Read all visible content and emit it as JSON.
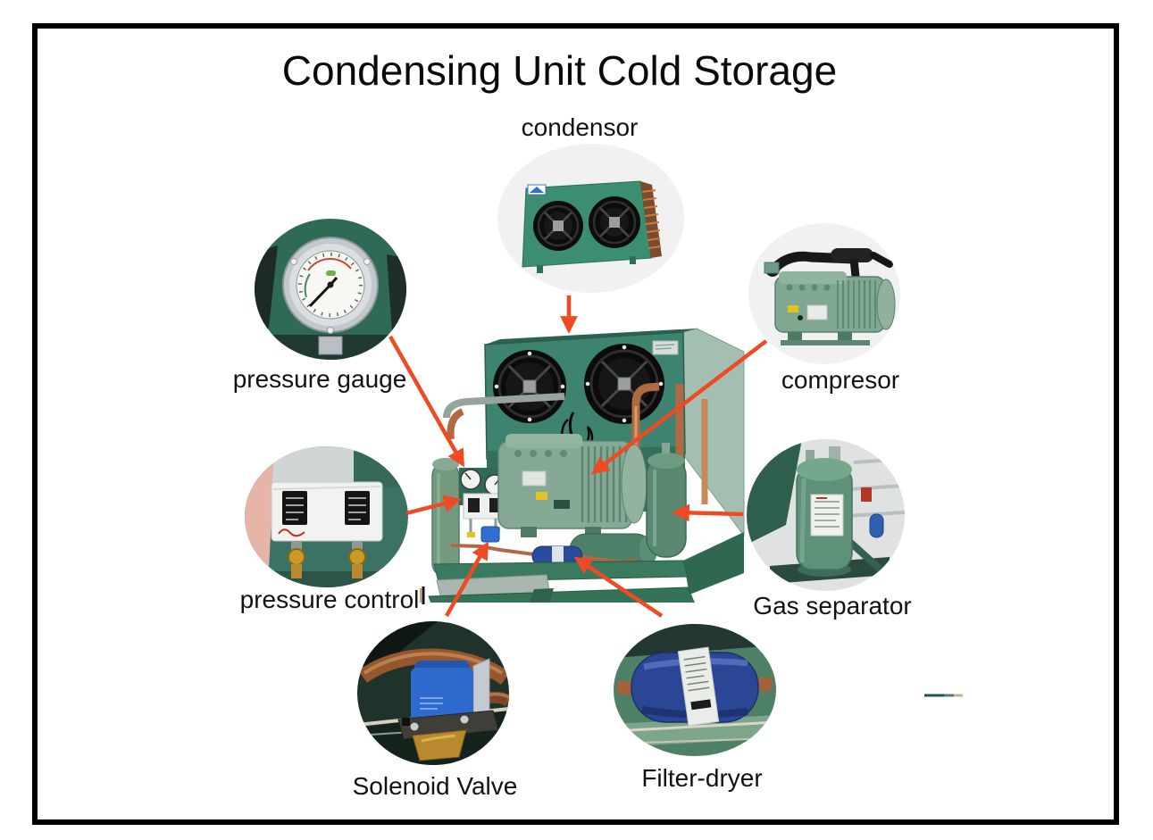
{
  "page": {
    "title": "Condensing Unit Cold Storage"
  },
  "components": [
    {
      "id": "condensor",
      "label": "condensor"
    },
    {
      "id": "pressure-gauge",
      "label": "pressure gauge"
    },
    {
      "id": "compresor",
      "label": "compresor"
    },
    {
      "id": "pressure-control",
      "label": "pressure control"
    },
    {
      "id": "gas-separator",
      "label": "Gas separator"
    },
    {
      "id": "solenoid-valve",
      "label": "Solenoid Valve"
    },
    {
      "id": "filter-dryer",
      "label": "Filter-dryer"
    }
  ],
  "colors": {
    "arrow": "#ef4a24",
    "frame": "#000000",
    "callout_background": "#f1f1f1",
    "unit_green": "#3e8270",
    "copper": "#b06a42",
    "solenoid_blue": "#2e6ace",
    "filter_blue": "#2a4694",
    "label_text": "#121212"
  }
}
